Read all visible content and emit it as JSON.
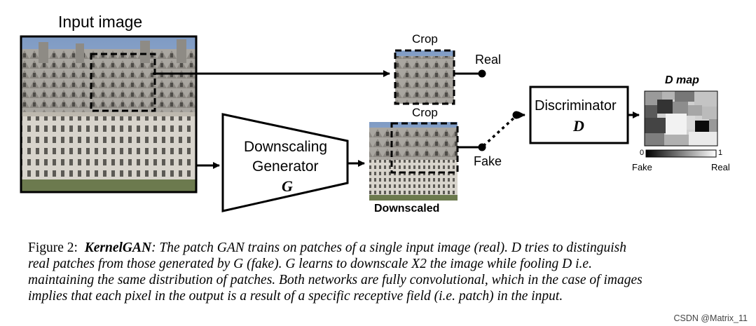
{
  "labels": {
    "input_image": "Input image",
    "crop_top": "Crop",
    "crop_mid": "Crop",
    "real": "Real",
    "fake": "Fake",
    "gen_line1": "Downscaling",
    "gen_line2": "Generator",
    "gen_symbol": "G",
    "disc_line1": "Discriminator",
    "disc_symbol": "D",
    "downscaled": "Downscaled",
    "dmap_title": "D map",
    "scale_min": "0",
    "scale_max": "1",
    "scale_fake": "Fake",
    "scale_real": "Real"
  },
  "caption": {
    "figure_label": "Figure 2:",
    "name": "KernelGAN",
    "line1_rest": ": The patch GAN trains on patches of a single input image (real). D tries to distinguish",
    "line2": "real patches from those generated by G (fake).  G learns to downscale X2 the image while fooling D i.e.",
    "line3": "maintaining the same distribution of patches. Both networks are fully convolutional, which in the case of images",
    "line4": "implies that each pixel in the output is a result of a specific receptive field (i.e. patch) in the input."
  },
  "watermark": "CSDN @Matrix_11"
}
